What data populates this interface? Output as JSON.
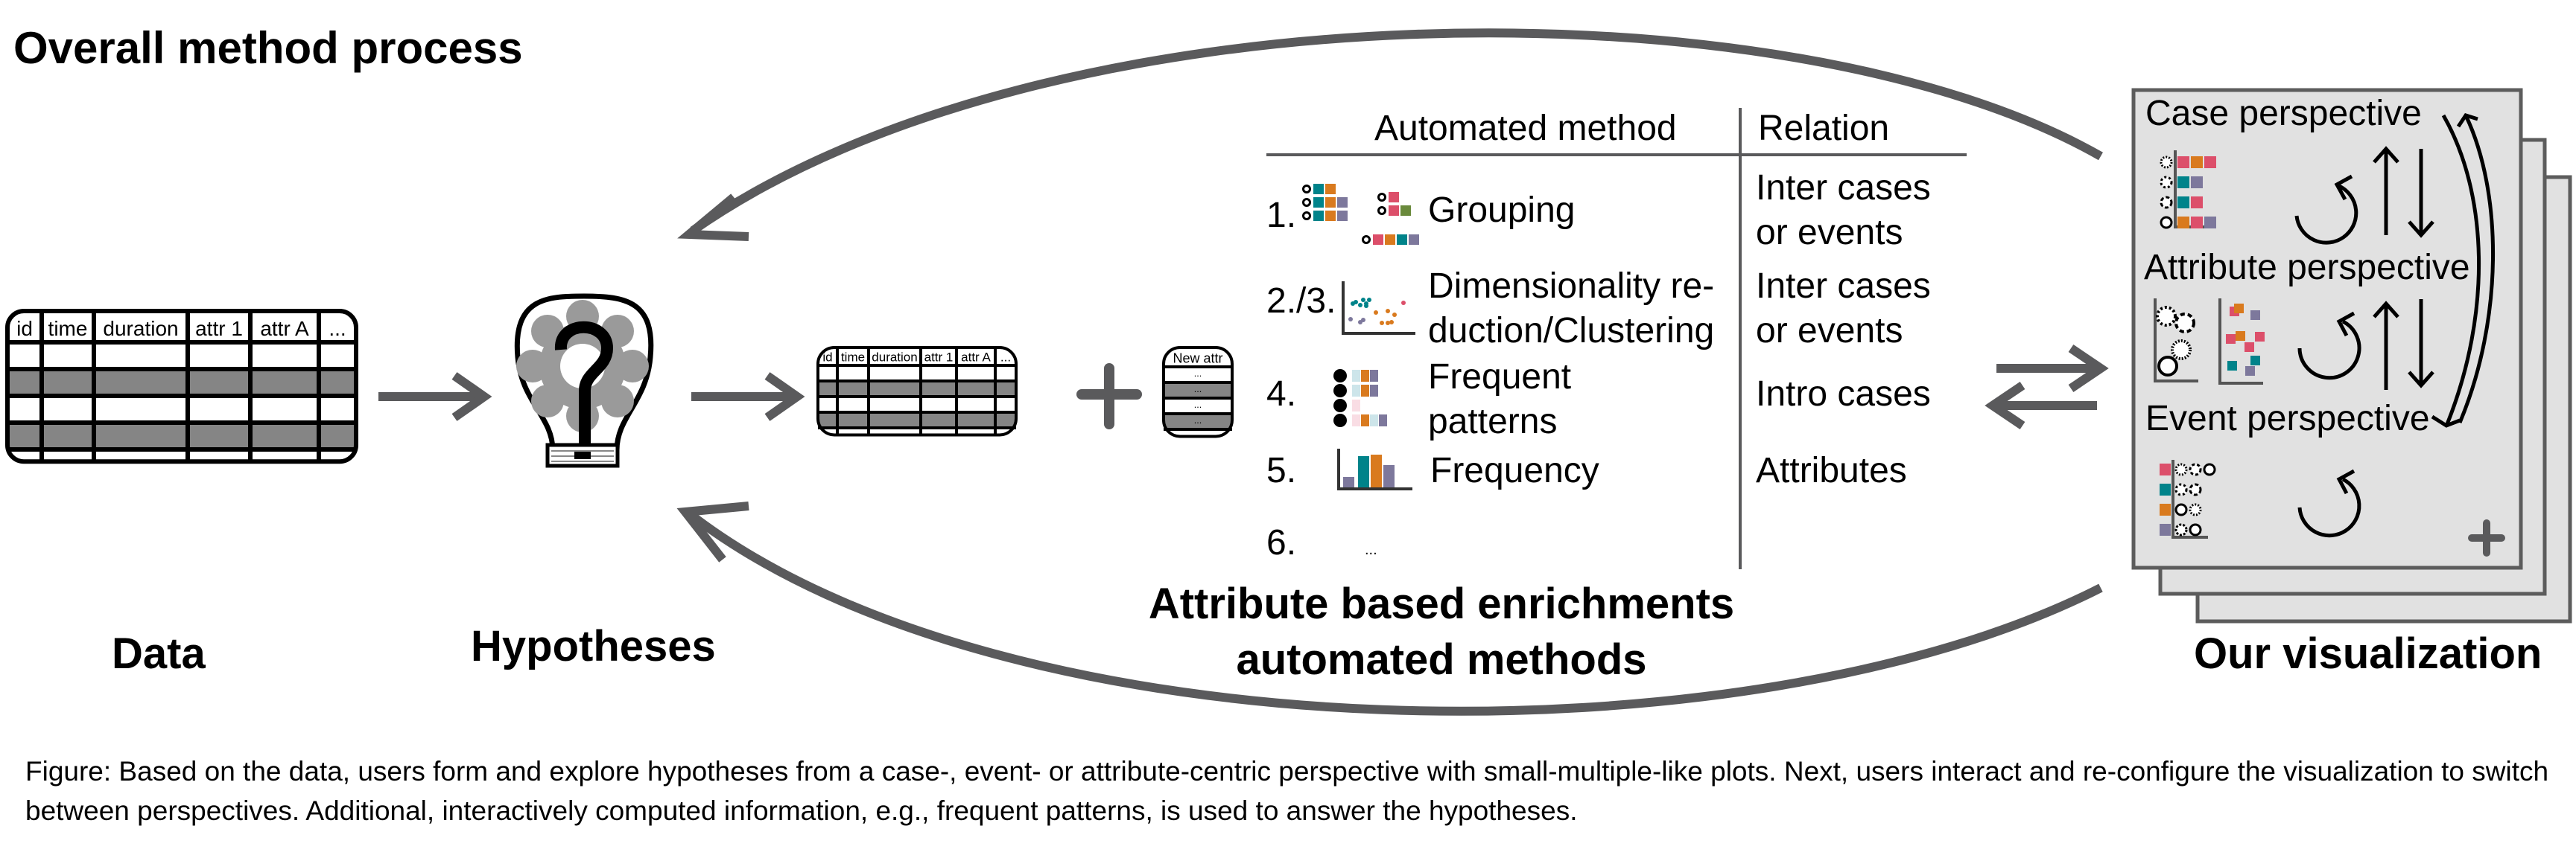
{
  "title": "Overall method process",
  "colors": {
    "pink": "#dc4f6a",
    "orange": "#d97a1e",
    "teal": "#00838a",
    "purple": "#7d789c",
    "green": "#6a8a3c",
    "lightblue": "#cde5ea",
    "lightpink": "#f9dde4",
    "gray_row": "#858585",
    "arrow_gray": "#5a5a5c",
    "panel_bg": "#e1e1e1",
    "panel_border": "#5c5c5c"
  },
  "data_stage": {
    "label": "Data",
    "table_headers": [
      "id",
      "time",
      "duration",
      "attr 1",
      "attr A",
      "..."
    ]
  },
  "hypotheses_stage": {
    "label": "Hypotheses",
    "icon": "lightbulb-question-gear-icon"
  },
  "enriched_stage": {
    "table_headers": [
      "id",
      "time",
      "duration",
      "attr 1",
      "attr A",
      "..."
    ],
    "new_column_header": "New attr",
    "new_column_cells": [
      "...",
      "...",
      "...",
      "..."
    ],
    "plus_icon": "plus-icon"
  },
  "methods": {
    "label_line1": "Attribute based enrichments",
    "label_line2": "automated methods",
    "header_method": "Automated method",
    "header_relation": "Relation",
    "rows": [
      {
        "num": "1.",
        "method": "Grouping",
        "relation_line1": "Inter cases",
        "relation_line2": "or events",
        "icon": "grouping-icon"
      },
      {
        "num": "2./3.",
        "method_line1": "Dimensionality re-",
        "method_line2": "duction/Clustering",
        "relation_line1": "Inter cases",
        "relation_line2": "or events",
        "icon": "scatter-cluster-icon"
      },
      {
        "num": "4.",
        "method_line1": "Frequent",
        "method_line2": "patterns",
        "relation_line1": "Intro cases",
        "icon": "frequent-patterns-icon"
      },
      {
        "num": "5.",
        "method": "Frequency",
        "relation_line1": "Attributes",
        "icon": "bar-chart-icon"
      },
      {
        "num": "6.",
        "method": "...",
        "relation_line1": ""
      }
    ]
  },
  "visualization_stage": {
    "label": "Our visualization",
    "perspectives": [
      "Case perspective",
      "Attribute perspective",
      "Event perspective"
    ],
    "plus_icon": "plus-icon"
  },
  "caption": "Figure: Based on the data, users form and explore hypotheses from a case-, event- or attribute-centric perspective with small-multiple-like plots. Next, users interact and re-configure the visualization to switch between perspectives. Additional, interactively computed information, e.g., frequent patterns, is used to answer the hypotheses."
}
